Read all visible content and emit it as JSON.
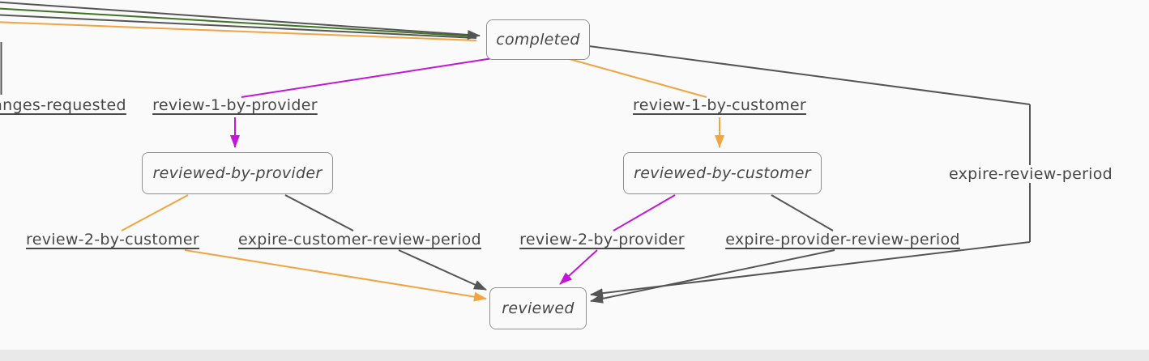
{
  "diagram": {
    "states": [
      {
        "id": "completed",
        "label": "completed"
      },
      {
        "id": "reviewed-by-provider",
        "label": "reviewed-by-provider"
      },
      {
        "id": "reviewed-by-customer",
        "label": "reviewed-by-customer"
      },
      {
        "id": "reviewed",
        "label": "reviewed"
      }
    ],
    "transitions": [
      {
        "id": "changes-requested",
        "label": "changes-requested"
      },
      {
        "id": "review-1-by-provider",
        "label": "review-1-by-provider"
      },
      {
        "id": "review-1-by-customer",
        "label": "review-1-by-customer"
      },
      {
        "id": "expire-review-period",
        "label": "expire-review-period"
      },
      {
        "id": "review-2-by-customer",
        "label": "review-2-by-customer"
      },
      {
        "id": "expire-customer-review-period",
        "label": "expire-customer-review-period"
      },
      {
        "id": "review-2-by-provider",
        "label": "review-2-by-provider"
      },
      {
        "id": "expire-provider-review-period",
        "label": "expire-provider-review-period"
      }
    ],
    "colors": {
      "edge_gray": "#555555",
      "edge_orange": "#f2a440",
      "edge_magenta": "#c217d6",
      "edge_green": "#3e7423",
      "node_border": "#909090",
      "text": "#484848",
      "background": "#fafafa",
      "scrollbar": "#e9e9e9"
    }
  }
}
